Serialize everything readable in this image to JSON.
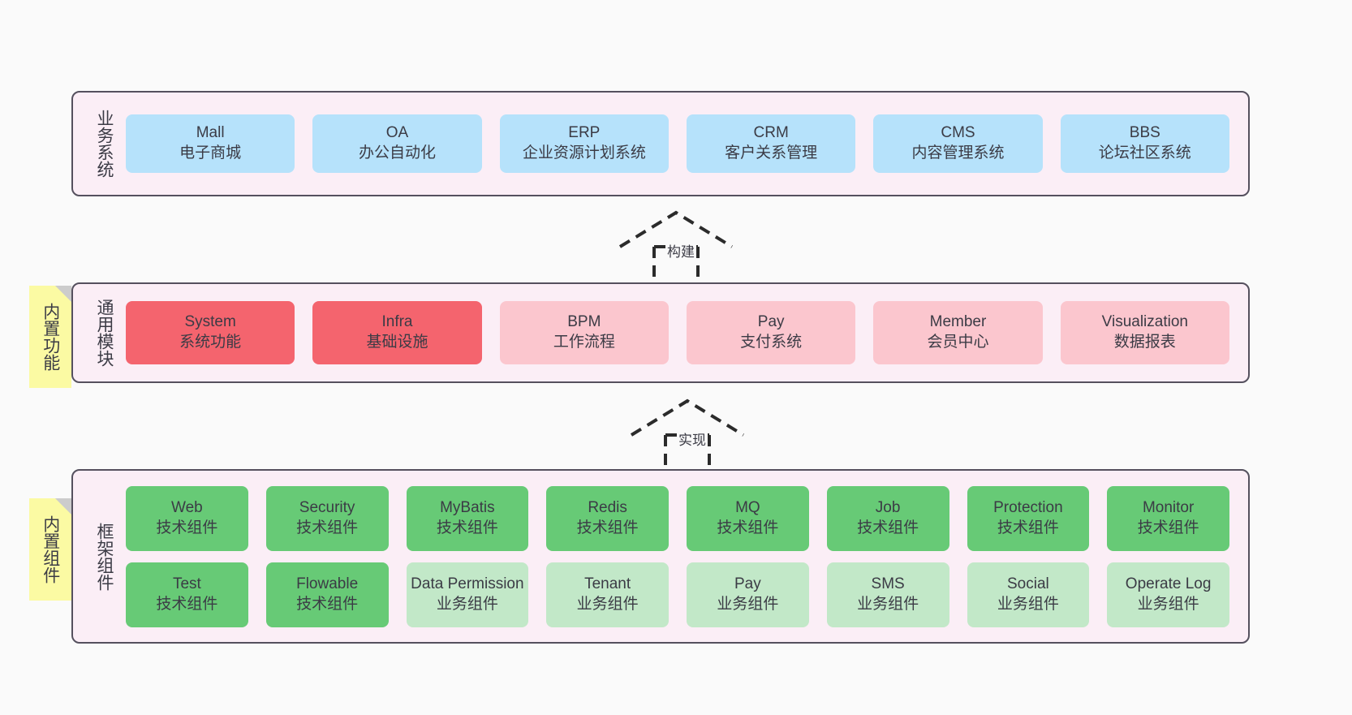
{
  "diagram": {
    "background_color": "#fafafa",
    "layer_fill": "#fbeef6",
    "layer_border": "#55505e",
    "sticky_color": "#fbfaa3",
    "fold_color": "#cccccc"
  },
  "layers": [
    {
      "id": "business",
      "caption": "业务系统",
      "card_color": "#b6e2fb",
      "cards": [
        {
          "title": "Mall",
          "subtitle": "电子商城"
        },
        {
          "title": "OA",
          "subtitle": "办公自动化"
        },
        {
          "title": "ERP",
          "subtitle": "企业资源计划系统"
        },
        {
          "title": "CRM",
          "subtitle": "客户关系管理"
        },
        {
          "title": "CMS",
          "subtitle": "内容管理系统"
        },
        {
          "title": "BBS",
          "subtitle": "论坛社区系统"
        }
      ]
    },
    {
      "id": "common",
      "caption": "通用模块",
      "sticky": "内置功能",
      "card_color_strong": "#f4646e",
      "card_color_light": "#fbc6ce",
      "cards": [
        {
          "title": "System",
          "subtitle": "系统功能",
          "variant": "strong"
        },
        {
          "title": "Infra",
          "subtitle": "基础设施",
          "variant": "strong"
        },
        {
          "title": "BPM",
          "subtitle": "工作流程",
          "variant": "light"
        },
        {
          "title": "Pay",
          "subtitle": "支付系统",
          "variant": "light"
        },
        {
          "title": "Member",
          "subtitle": "会员中心",
          "variant": "light"
        },
        {
          "title": "Visualization",
          "subtitle": "数据报表",
          "variant": "light"
        }
      ]
    },
    {
      "id": "framework",
      "caption": "框架组件",
      "sticky": "内置组件",
      "card_color_strong": "#67ca76",
      "card_color_light": "#c2e8c8",
      "row1": [
        {
          "title": "Web",
          "subtitle": "技术组件",
          "variant": "strong"
        },
        {
          "title": "Security",
          "subtitle": "技术组件",
          "variant": "strong"
        },
        {
          "title": "MyBatis",
          "subtitle": "技术组件",
          "variant": "strong"
        },
        {
          "title": "Redis",
          "subtitle": "技术组件",
          "variant": "strong"
        },
        {
          "title": "MQ",
          "subtitle": "技术组件",
          "variant": "strong"
        },
        {
          "title": "Job",
          "subtitle": "技术组件",
          "variant": "strong"
        },
        {
          "title": "Protection",
          "subtitle": "技术组件",
          "variant": "strong"
        },
        {
          "title": "Monitor",
          "subtitle": "技术组件",
          "variant": "strong"
        }
      ],
      "row2": [
        {
          "title": "Test",
          "subtitle": "技术组件",
          "variant": "strong"
        },
        {
          "title": "Flowable",
          "subtitle": "技术组件",
          "variant": "strong"
        },
        {
          "title": "Data Permission",
          "subtitle": "业务组件",
          "variant": "light"
        },
        {
          "title": "Tenant",
          "subtitle": "业务组件",
          "variant": "light"
        },
        {
          "title": "Pay",
          "subtitle": "业务组件",
          "variant": "light"
        },
        {
          "title": "SMS",
          "subtitle": "业务组件",
          "variant": "light"
        },
        {
          "title": "Social",
          "subtitle": "业务组件",
          "variant": "light"
        },
        {
          "title": "Operate Log",
          "subtitle": "业务组件",
          "variant": "light"
        }
      ]
    }
  ],
  "arrows": [
    {
      "id": "build",
      "label": "构建",
      "style": "dashed-generalization",
      "direction": "up"
    },
    {
      "id": "impl",
      "label": "实现",
      "style": "dashed-generalization",
      "direction": "up"
    }
  ]
}
